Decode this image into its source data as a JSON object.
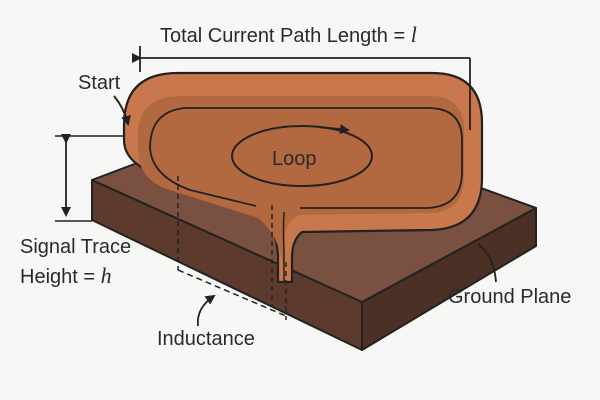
{
  "labels": {
    "total_length_text": "Total Current Path Length = ",
    "total_length_var": "l",
    "start": "Start",
    "loop": "Loop",
    "signal_trace_line1": "Signal Trace",
    "signal_trace_line2_text": "Height = ",
    "signal_trace_var": "h",
    "ground_plane": "Ground Plane",
    "inductance": "Inductance"
  },
  "colors": {
    "background": "#f7f7f5",
    "ground_top": "#7a5040",
    "ground_front": "#5d3a2e",
    "ground_side": "#4c2f25",
    "trace": "#c9784e",
    "trace_inner": "#a9603c",
    "outline": "#222222"
  }
}
